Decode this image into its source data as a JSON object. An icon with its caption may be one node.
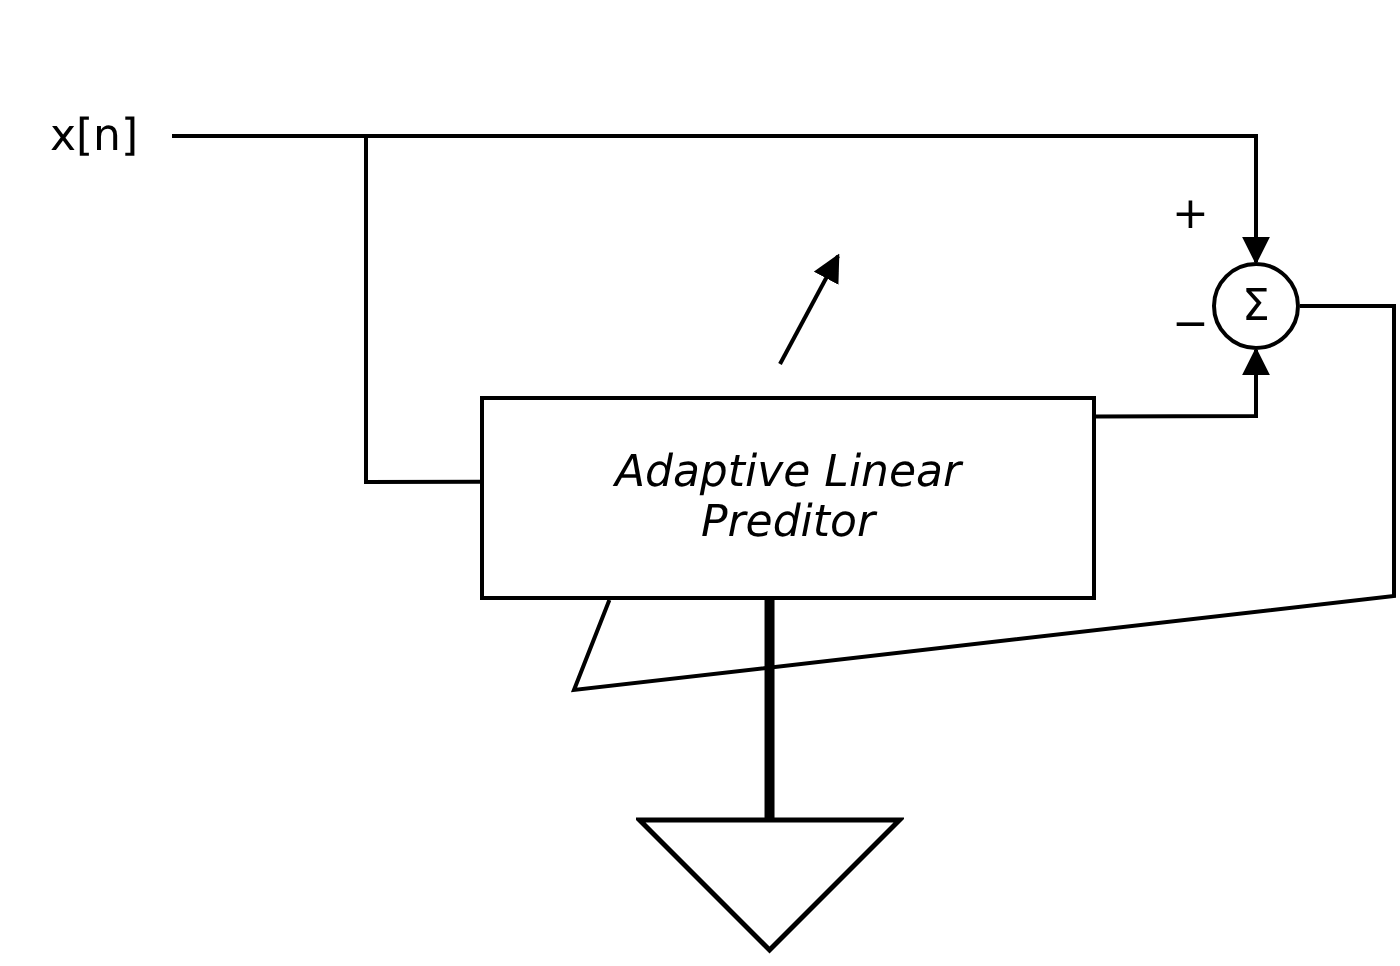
{
  "diagram": {
    "nodes": [
      {
        "text": [
          "x[n]"
        ]
      },
      {
        "text": [
          "Σ"
        ]
      },
      {
        "text": [
          "Adaptive Linear Preditor"
        ]
      }
    ],
    "edges": [
      {
        "from": 0,
        "to": 1,
        "arrow": "to"
      },
      {
        "from": 0,
        "to": 2,
        "arrow": "none"
      },
      {
        "from": 2,
        "to": 1,
        "arrow": "to"
      },
      {
        "from": 1,
        "to": 2,
        "arrow": "none"
      },
      {
        "from": 2,
        "to": null,
        "arrow": "to",
        "style": "thick"
      }
    ],
    "labels": [
      "+",
      "−"
    ]
  }
}
